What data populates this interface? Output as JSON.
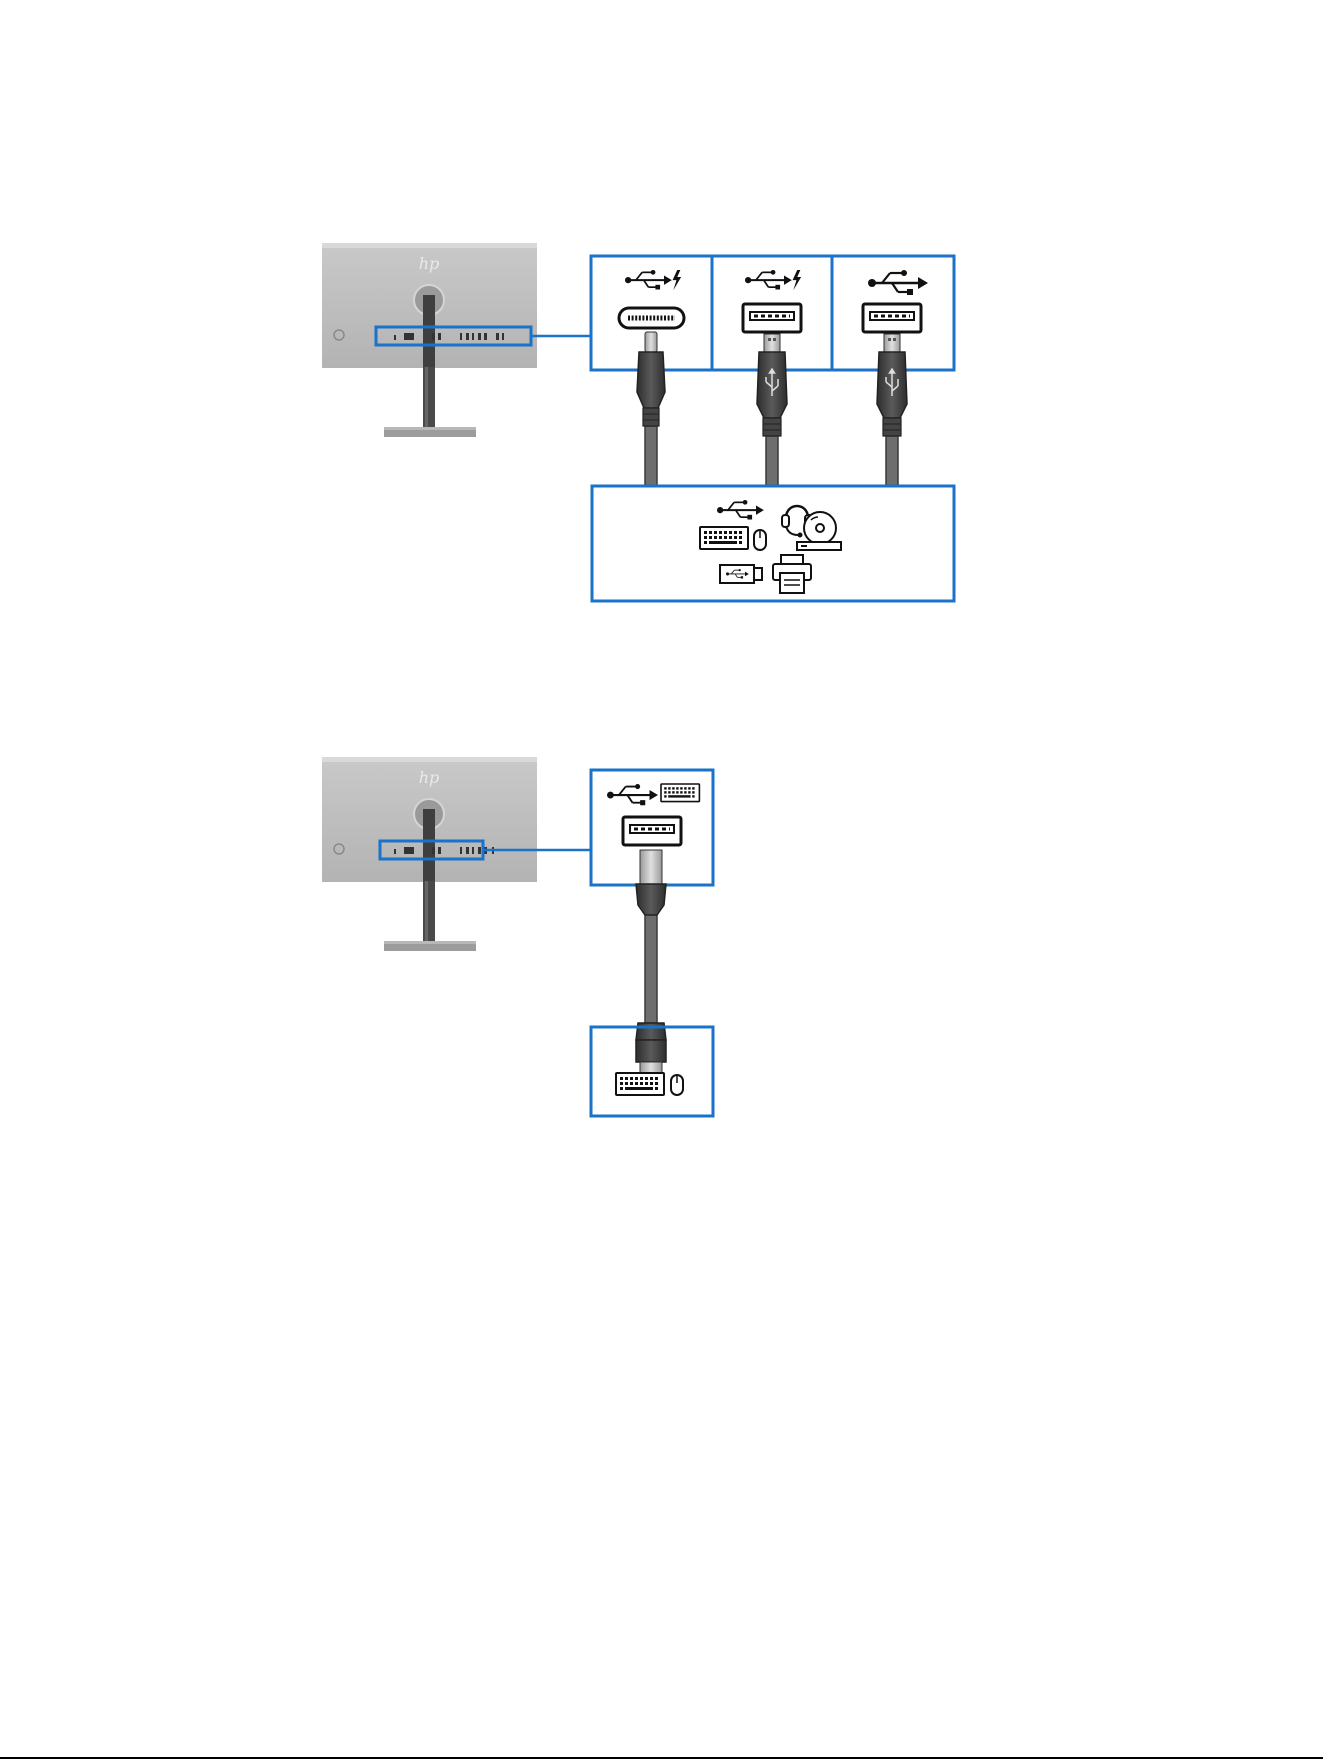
{
  "colors": {
    "frame": "#1a73c8",
    "monitor_body": "#bdbdbd",
    "monitor_light": "#cfcfcf",
    "stand": "#4a4a4a",
    "base": "#9e9e9e",
    "cable": "#6e6e6e",
    "cable_dark": "#3a3a3a",
    "icon": "#111111"
  },
  "figure_1": {
    "monitor": {
      "logo": "hp-logo",
      "highlight": "rear-io-port-strip"
    },
    "ports": [
      {
        "icon": "usb-icon",
        "extra": "charging-bolt-icon",
        "connector": "usb-c-port",
        "cable": "usb-c-cable"
      },
      {
        "icon": "usb-icon",
        "extra": "charging-bolt-icon",
        "connector": "usb-a-port",
        "cable": "usb-a-cable"
      },
      {
        "icon": "usb-icon",
        "extra": "",
        "connector": "usb-a-port",
        "cable": "usb-a-cable"
      }
    ],
    "devices": [
      "usb-icon",
      "headset-icon",
      "keyboard-icon",
      "mouse-icon",
      "optical-drive-icon",
      "usb-flash-drive-icon",
      "printer-icon"
    ]
  },
  "figure_2": {
    "monitor": {
      "logo": "hp-logo",
      "highlight": "rear-io-port-strip"
    },
    "port": {
      "icon": "usb-icon",
      "extra": "keyboard-icon",
      "connector": "usb-a-port",
      "cable": "usb-a-cable"
    },
    "devices": [
      "keyboard-icon",
      "mouse-icon"
    ]
  }
}
